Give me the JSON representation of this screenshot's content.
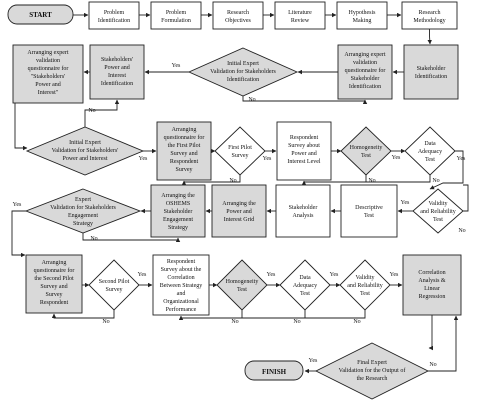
{
  "nodes": {
    "start": "START",
    "problem_identification": [
      "Problem",
      "Identification"
    ],
    "problem_formulation": [
      "Problem",
      "Formulation"
    ],
    "research_objectives": [
      "Research",
      "Objectives"
    ],
    "literature_review": [
      "Literature",
      "Review"
    ],
    "hypothesis_making": [
      "Hypothesis",
      "Making"
    ],
    "research_methodology": [
      "Research",
      "Methodology"
    ],
    "stakeholder_identification": [
      "Stakeholder",
      "Identification"
    ],
    "arranging_expert_validation_1": [
      "Arranging expert",
      "validation",
      "questionnaire for",
      "Stakeholder",
      "Identification"
    ],
    "initial_expert_validation_1": [
      "Initial Expert",
      "Validation for Stakeholders",
      "Identification"
    ],
    "stakeholders_power_interest_identification": [
      "Stakeholders'",
      "Power and",
      "Interest",
      "Identification"
    ],
    "arranging_expert_validation_2": [
      "Arranging expert",
      "validation",
      "questionnaire for",
      "\"Stakeholders'",
      "Power and",
      "Interest\""
    ],
    "initial_expert_validation_2": [
      "Initial Expert",
      "Validation for Stakeholders'",
      "Power and Interest"
    ],
    "arranging_questionnaire_first_pilot": [
      "Arranging",
      "questionnaire for",
      "the First Pilot",
      "Survey and",
      "Respondent",
      "Survey"
    ],
    "first_pilot_survey": [
      "First Pilot",
      "Survey"
    ],
    "respondent_survey_power_interest": [
      "Respondent",
      "Survey about",
      "Power and",
      "Interest Level"
    ],
    "homogeneity_test_1": [
      "Homogeneity",
      "Test"
    ],
    "data_adequacy_test_1": [
      "Data",
      "Adequacy",
      "Test"
    ],
    "validity_reliability_test_1": [
      "Validity",
      "and Reliability",
      "Test"
    ],
    "descriptive_test": [
      "Descriptive",
      "Test"
    ],
    "stakeholder_analysis": [
      "Stakeholder",
      "Analysis"
    ],
    "arranging_power_interest_grid": [
      "Arranging the",
      "Power and",
      "Interest Grid"
    ],
    "arranging_oshems_strategy": [
      "Arranging the",
      "OSHEMS",
      "Stakeholder",
      "Engagement",
      "Strategy"
    ],
    "expert_validation_engagement": [
      "Expert",
      "Validation for Stakeholders",
      "Engagement",
      "Strategy"
    ],
    "arranging_questionnaire_second_pilot": [
      "Arranging",
      "questionnaire for",
      "the Second Pilot",
      "Survey and",
      "Survey",
      "Respondent"
    ],
    "second_pilot_survey": [
      "Second Pilot",
      "Survey"
    ],
    "respondent_survey_correlation": [
      "Respondent",
      "Survey about the",
      "Correlation",
      "Between Strategy",
      "and",
      "Organizational",
      "Performance"
    ],
    "homogeneity_test_2": [
      "Homogeneity",
      "Test"
    ],
    "data_adequacy_test_2": [
      "Data",
      "Adequacy",
      "Test"
    ],
    "validity_reliability_test_2": [
      "Validity",
      "and Reliability",
      "Test"
    ],
    "correlation_analysis": [
      "Correlation",
      "Analysis &",
      "Linear",
      "Regression"
    ],
    "final_expert_validation": [
      "Final Expert",
      "Validation for the Output of",
      "the Research"
    ],
    "finish": "FINISH"
  },
  "edge_labels": {
    "yes": "Yes",
    "no": "No"
  }
}
